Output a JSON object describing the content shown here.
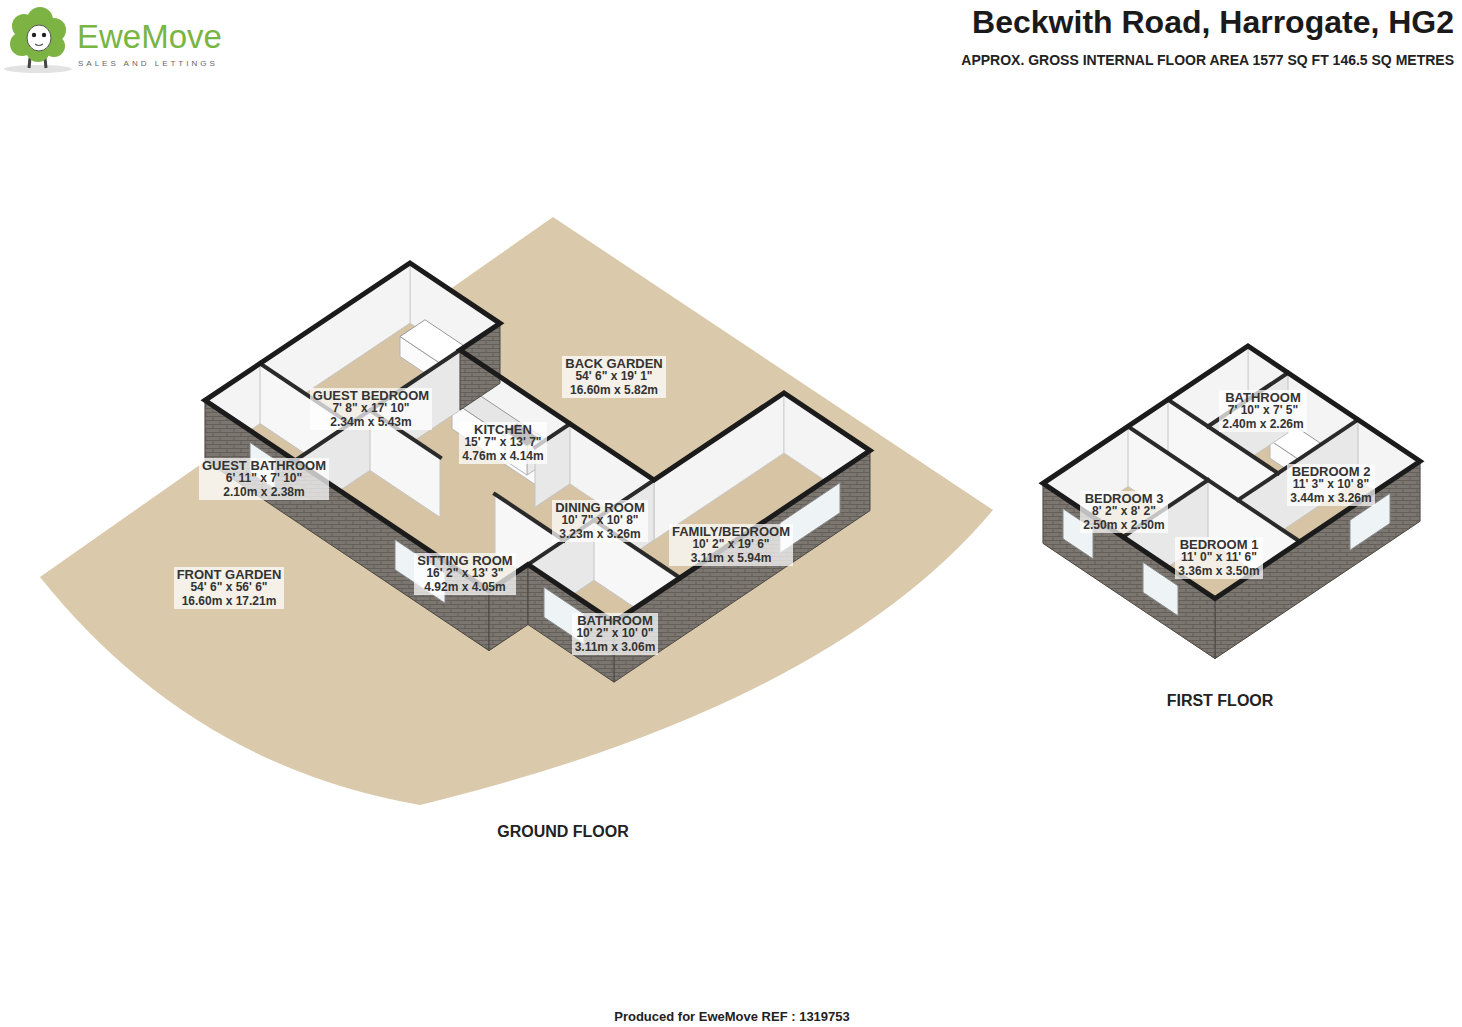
{
  "diagram": {
    "title": "Beckwith Road, Harrogate, HG2",
    "caption": "Produced for EweMove REF : 1319753",
    "nodes": [
      {
        "text": [
          "BACK GARDEN",
          "54' 6\" x 19' 1\"",
          "16.60m x 5.82m"
        ]
      },
      {
        "text": [
          "GUEST BEDROOM",
          "7' 8\" x 17' 10\"",
          "2.34m x 5.43m"
        ]
      },
      {
        "text": [
          "KITCHEN",
          "15' 7\" x 13' 7\"",
          "4.76m x 4.14m"
        ]
      },
      {
        "text": [
          "GUEST BATHROOM",
          "6' 11\" x 7' 10\"",
          "2.10m x 2.38m"
        ]
      },
      {
        "text": [
          "DINING ROOM",
          "10' 7\" x 10' 8\"",
          "3.23m x 3.26m"
        ]
      },
      {
        "text": [
          "FAMILY/BEDROOM",
          "10' 2\" x 19' 6\"",
          "3.11m x 5.94m"
        ]
      },
      {
        "text": [
          "SITTING ROOM",
          "16' 2\" x 13' 3\"",
          "4.92m x 4.05m"
        ]
      },
      {
        "text": [
          "FRONT GARDEN",
          "54' 6\" x 56' 6\"",
          "16.60m x 17.21m"
        ]
      },
      {
        "text": [
          "BATHROOM",
          "10' 2\" x 10' 0\"",
          "3.11m x 3.06m"
        ]
      },
      {
        "text": [
          "BATHROOM",
          "7' 10\" x 7' 5\"",
          "2.40m x 2.26m"
        ]
      },
      {
        "text": [
          "BEDROOM 2",
          "11' 3\" x 10' 8\"",
          "3.44m x 3.26m"
        ]
      },
      {
        "text": [
          "BEDROOM 3",
          "8' 2\" x 8' 2\"",
          "2.50m x 2.50m"
        ]
      },
      {
        "text": [
          "BEDROOM 1",
          "11' 0\" x 11' 6\"",
          "3.36m x 3.50m"
        ]
      }
    ],
    "labels": [
      "EweMove",
      "SALES AND LETTINGS",
      "APPROX. GROSS INTERNAL FLOOR AREA 1577 SQ FT 146.5 SQ METRES",
      "GROUND FLOOR",
      "FIRST FLOOR"
    ]
  }
}
